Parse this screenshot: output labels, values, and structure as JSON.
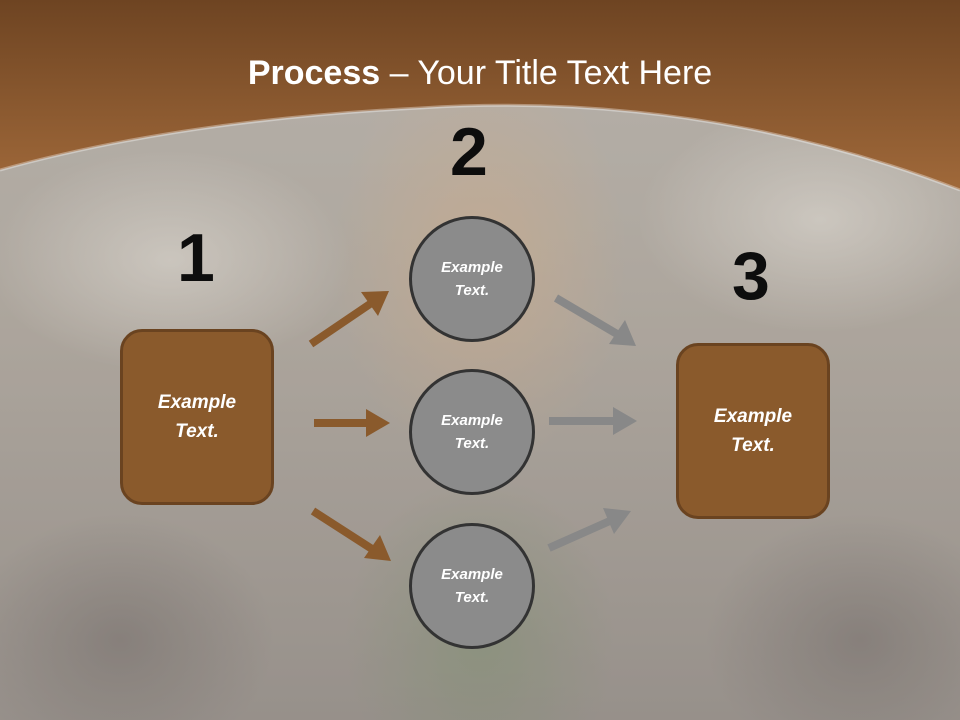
{
  "title": {
    "bold": "Process",
    "rest": " – Your Title Text Here"
  },
  "steps": {
    "one": "1",
    "two": "2",
    "three": "3"
  },
  "left_box": {
    "line1": "Example",
    "line2": "Text."
  },
  "right_box": {
    "line1": "Example",
    "line2": "Text."
  },
  "circles": [
    {
      "line1": "Example",
      "line2": "Text."
    },
    {
      "line1": "Example",
      "line2": "Text."
    },
    {
      "line1": "Example",
      "line2": "Text."
    }
  ],
  "colors": {
    "header_brown": "#8b5a2b",
    "box_fill": "#8a5a2c",
    "circle_fill": "#8b8b8b",
    "left_arrow": "#8a5a2c",
    "right_arrow": "#888888"
  }
}
